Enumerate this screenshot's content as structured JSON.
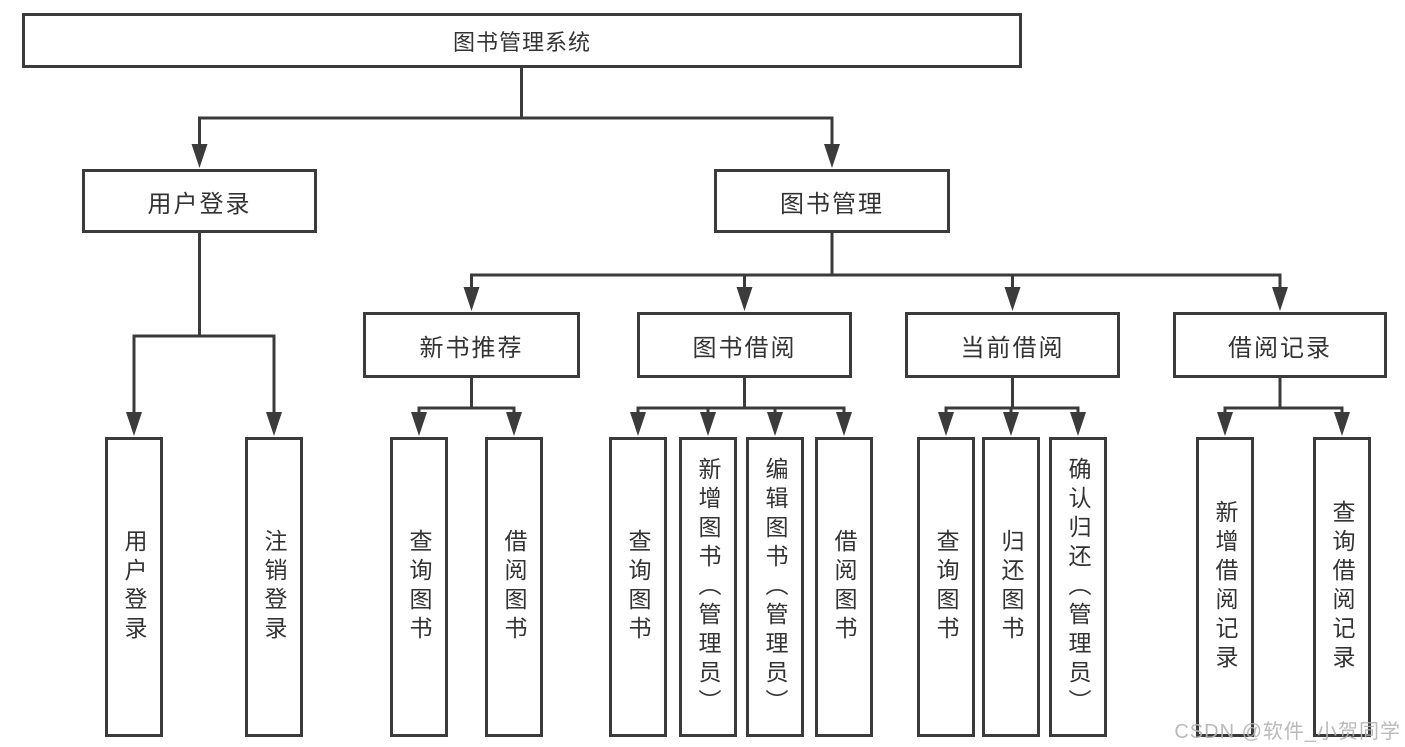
{
  "tree": {
    "root": {
      "label": "图书管理系统"
    },
    "branches": [
      {
        "label": "用户登录",
        "leaves": [
          {
            "label": "用户登录"
          },
          {
            "label": "注销登录"
          }
        ]
      },
      {
        "label": "图书管理",
        "groups": [
          {
            "label": "新书推荐",
            "leaves": [
              {
                "label": "查询图书"
              },
              {
                "label": "借阅图书"
              }
            ]
          },
          {
            "label": "图书借阅",
            "leaves": [
              {
                "label": "查询图书"
              },
              {
                "label": "新增图书（管理员）"
              },
              {
                "label": "编辑图书（管理员）"
              },
              {
                "label": "借阅图书"
              }
            ]
          },
          {
            "label": "当前借阅",
            "leaves": [
              {
                "label": "查询图书"
              },
              {
                "label": "归还图书"
              },
              {
                "label": "确认归还（管理员）"
              }
            ]
          },
          {
            "label": "借阅记录",
            "leaves": [
              {
                "label": "新增借阅记录"
              },
              {
                "label": "查询借阅记录"
              }
            ]
          }
        ]
      }
    ]
  },
  "watermark": {
    "text": "CSDN @软件_小贺同学"
  },
  "colors": {
    "line": "#3b3b3b",
    "text": "#333333",
    "background": "#ffffff",
    "watermark": "#b3b3b3"
  }
}
